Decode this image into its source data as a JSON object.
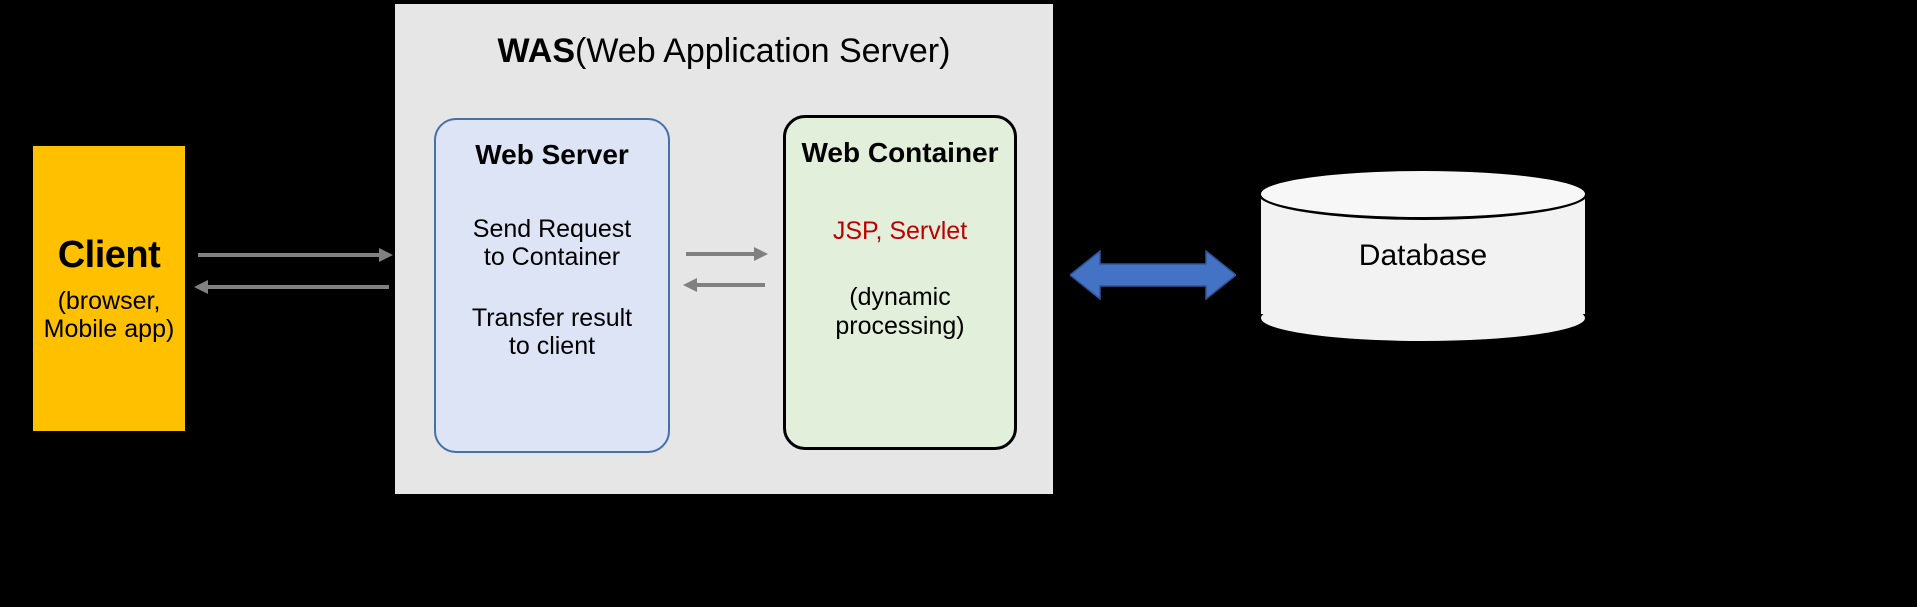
{
  "diagram": {
    "title": "WAS (Web Application Server) architecture",
    "colors": {
      "background": "#000000",
      "client_fill": "#FFC000",
      "was_panel_fill": "#E7E6E6",
      "web_server_fill": "#DCE4F5",
      "web_server_border": "#4472A8",
      "web_container_fill": "#E2EFDA",
      "web_container_border": "#000000",
      "jsp_servlet_text": "#C00000",
      "blue_arrow": "#4472C4",
      "gray_arrow": "#808080",
      "database_fill": "#F2F2F2"
    }
  },
  "client": {
    "title": "Client",
    "subtitle_line1": "(browser,",
    "subtitle_line2": "Mobile app)"
  },
  "was": {
    "title_strong": "WAS",
    "title_light": "(Web Application Server)"
  },
  "web_server": {
    "title": "Web Server",
    "line1_a": "Send Request",
    "line1_b": "to Container",
    "line2_a": "Transfer result",
    "line2_b": "to client"
  },
  "web_container": {
    "title": "Web Container",
    "line1": "JSP, Servlet",
    "line2_a": "(dynamic",
    "line2_b": "processing)"
  },
  "database": {
    "label": "Database"
  },
  "connectors": {
    "client_to_server": "request-arrow-right",
    "server_to_client": "response-arrow-left",
    "server_to_container": "request-arrow-right",
    "container_to_server": "response-arrow-left",
    "container_to_database": "bidirectional-blue-arrow"
  }
}
